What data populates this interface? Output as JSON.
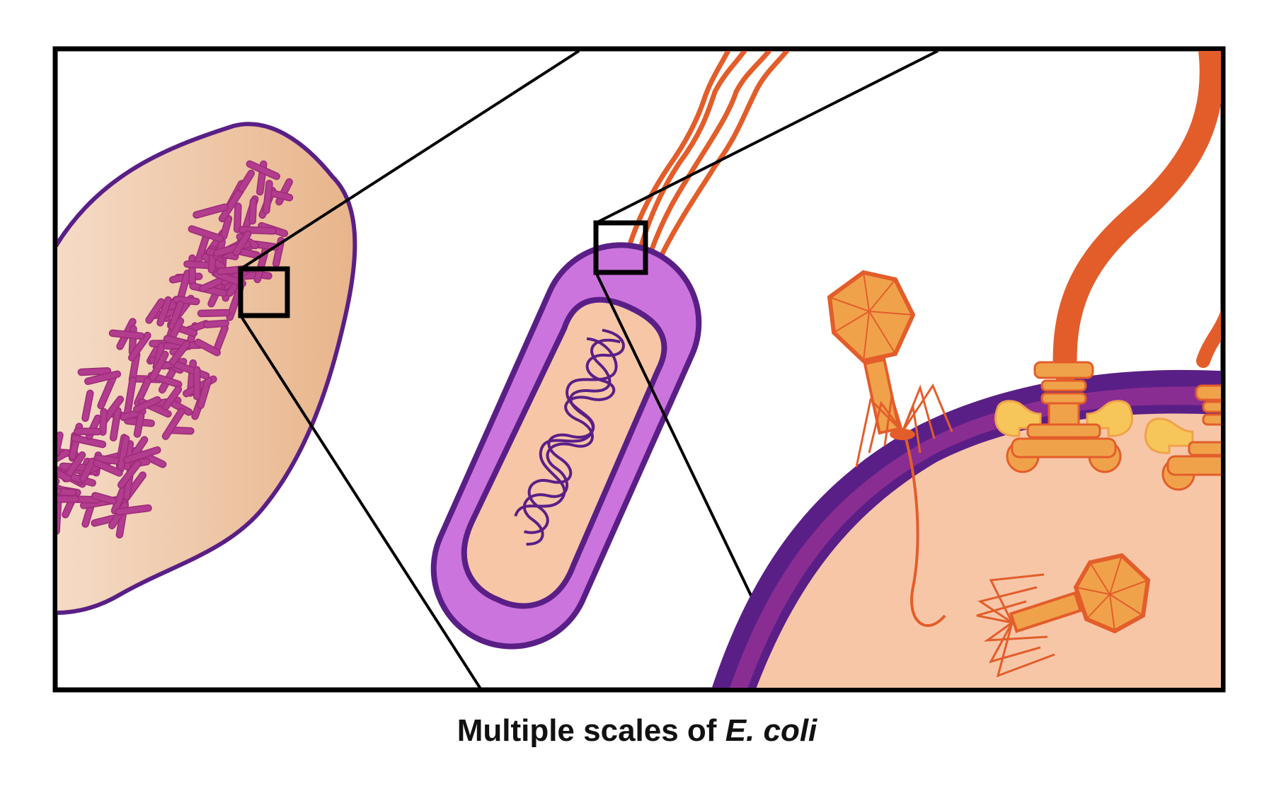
{
  "caption": {
    "prefix": "Multiple scales of ",
    "species": "E. coli"
  },
  "colors": {
    "frame": "#000000",
    "membrane_purple": "#5a1f86",
    "wall_purple": "#8a2d92",
    "cell_body": "#cc74dd",
    "cytoplasm": "#f7c6a7",
    "colony_fill_light": "#f6dfcc",
    "colony_fill_dark": "#e8b48a",
    "colony_bacteria": "#b23c8e",
    "colony_bacteria_outline": "#9c2b79",
    "flagellum": "#e35d2a",
    "phage": "#f0a24a",
    "phage_outline": "#e35d2a",
    "motor_yellow": "#f7c65a"
  },
  "icons": [
    "bacterial-colony",
    "rod-bacterium",
    "flagellum",
    "bacteriophage",
    "flagellar-motor"
  ]
}
